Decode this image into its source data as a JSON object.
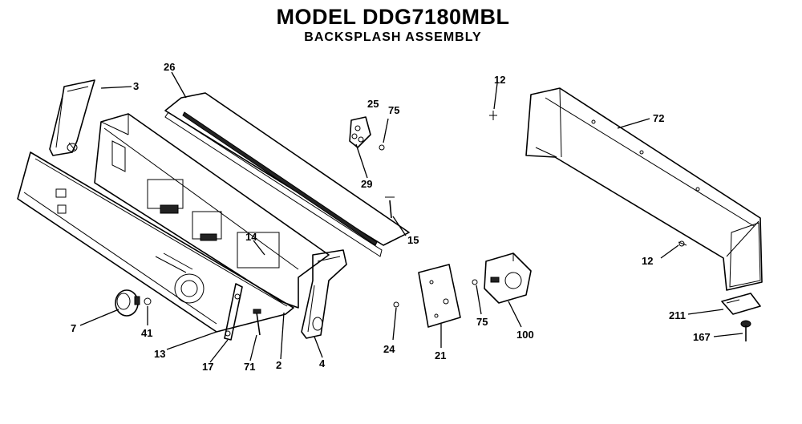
{
  "header": {
    "title": "MODEL DDG7180MBL",
    "subtitle": "BACKSPLASH ASSEMBLY"
  },
  "callouts": {
    "c3": "3",
    "c26": "26",
    "c25": "25",
    "c75a": "75",
    "c29": "29",
    "c12a": "12",
    "c72": "72",
    "c15": "15",
    "c14": "14",
    "c12b": "12",
    "c211": "211",
    "c167": "167",
    "c7": "7",
    "c41": "41",
    "c13": "13",
    "c17": "17",
    "c71": "71",
    "c2": "2",
    "c4": "4",
    "c24": "24",
    "c21": "21",
    "c75b": "75",
    "c100": "100"
  }
}
